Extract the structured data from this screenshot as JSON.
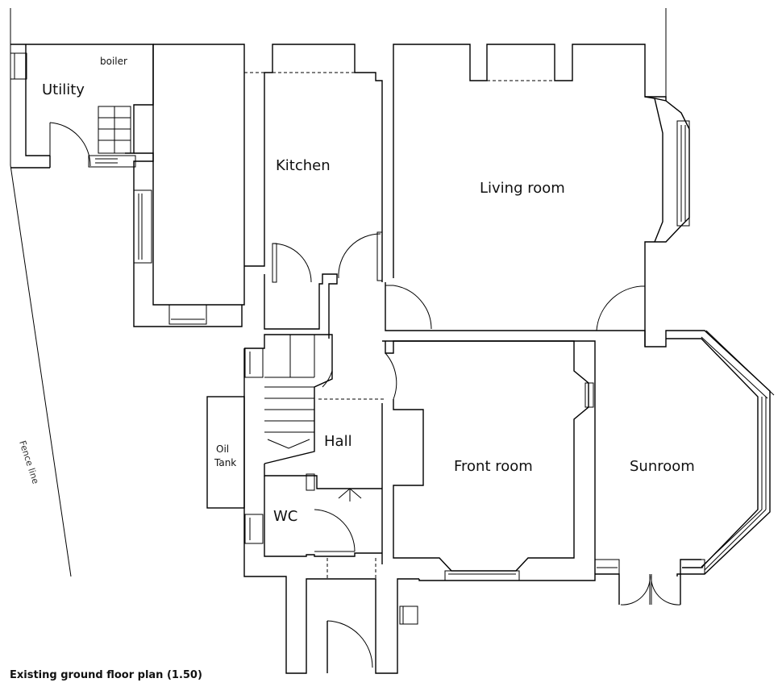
{
  "rooms": {
    "utility": "Utility",
    "boiler": "boiler",
    "kitchen": "Kitchen",
    "living_room": "Living room",
    "hall": "Hall",
    "front_room": "Front room",
    "sunroom": "Sunroom",
    "wc": "WC"
  },
  "fixtures": {
    "oil_tank_line1": "Oil",
    "oil_tank_line2": "Tank"
  },
  "site": {
    "fence_line": "Fence line"
  },
  "caption": "Existing ground floor plan  (1.50)"
}
